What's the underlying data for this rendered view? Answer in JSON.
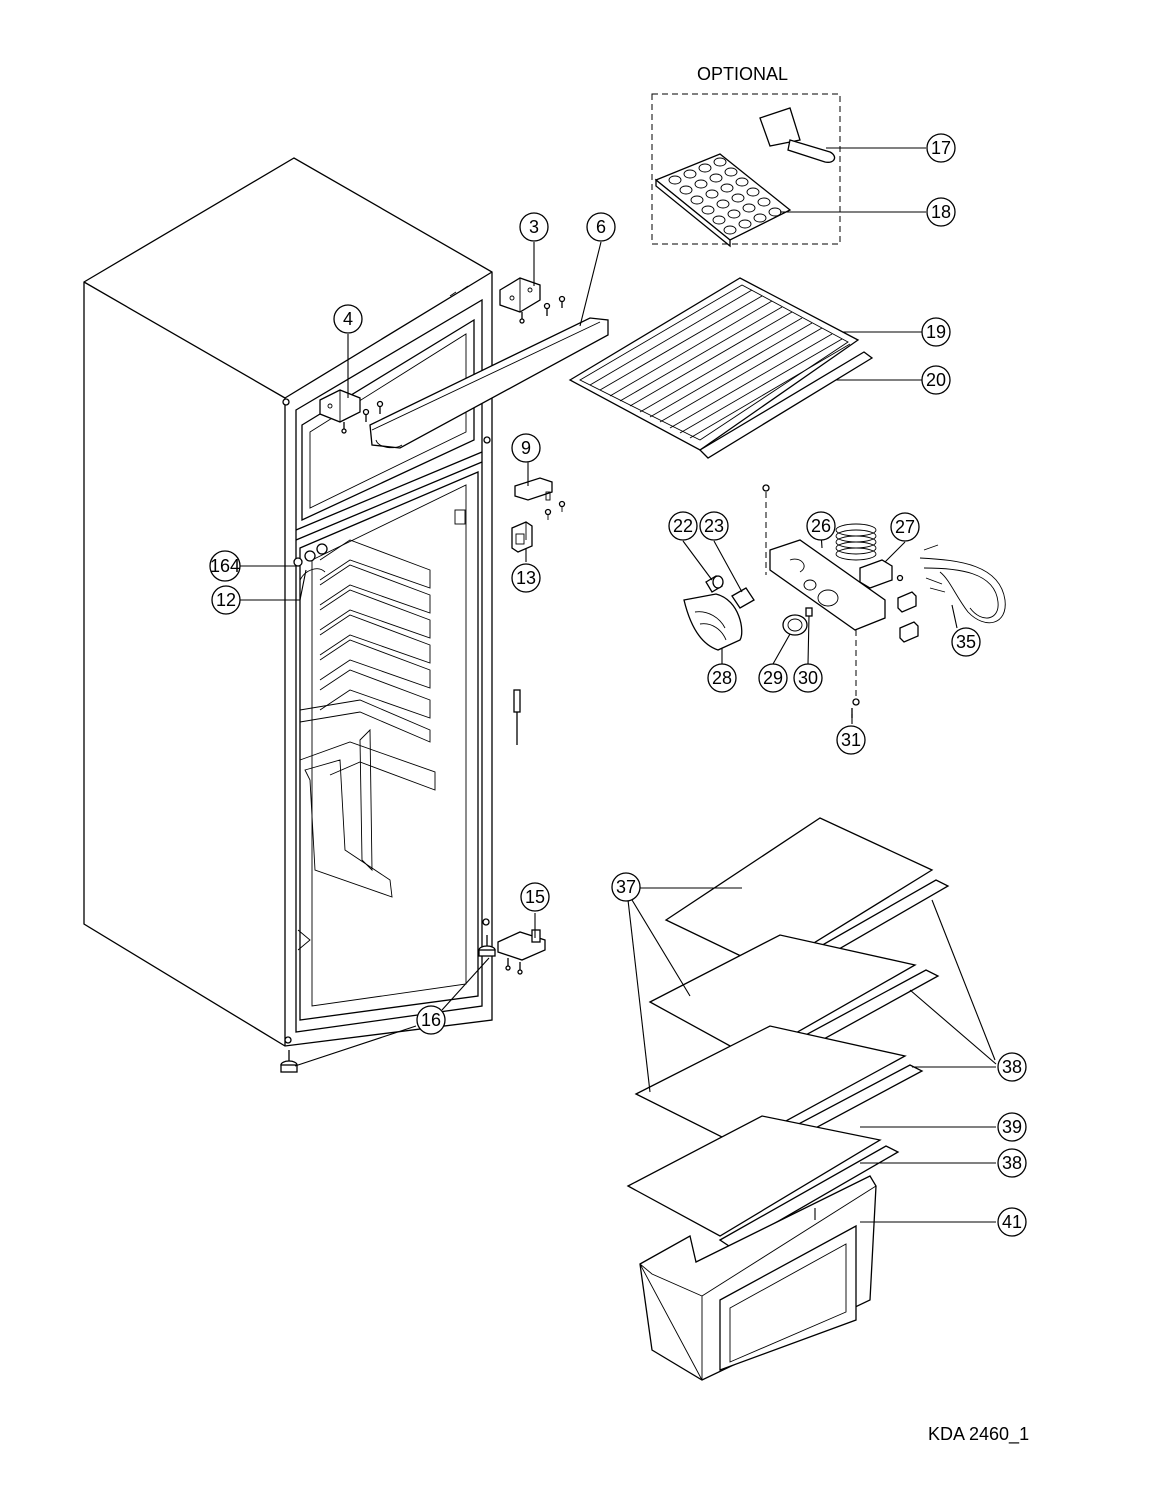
{
  "optional_label": "OPTIONAL",
  "drawing_code": "KDA 2460_1",
  "callouts": {
    "c3": "3",
    "c4": "4",
    "c6": "6",
    "c9": "9",
    "c12": "12",
    "c13": "13",
    "c15": "15",
    "c16": "16",
    "c17": "17",
    "c18": "18",
    "c19": "19",
    "c20": "20",
    "c22": "22",
    "c23": "23",
    "c26": "26",
    "c27": "27",
    "c28": "28",
    "c29": "29",
    "c30": "30",
    "c31": "31",
    "c35": "35",
    "c37": "37",
    "c38a": "38",
    "c38b": "38",
    "c39": "39",
    "c41": "41",
    "c164": "164"
  }
}
